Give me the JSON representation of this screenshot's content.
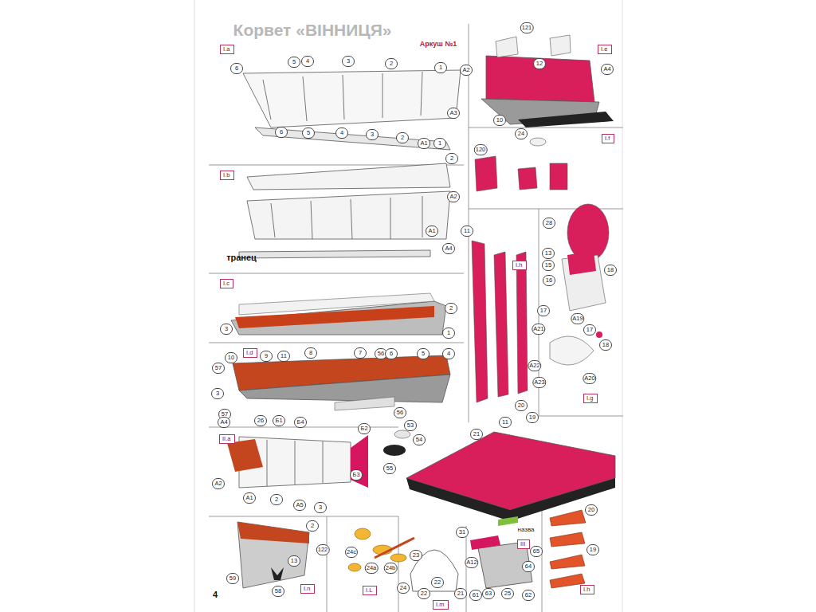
{
  "diagram": {
    "title": "Корвет «ВІННИЦЯ»",
    "nodes": [
      {
        "text": [
          "I.a"
        ]
      },
      {
        "text": [
          "I.b"
        ]
      },
      {
        "text": [
          "I.c"
        ]
      },
      {
        "text": [
          "I.d"
        ]
      },
      {
        "text": [
          "II.a"
        ]
      },
      {
        "text": [
          "I.n"
        ]
      },
      {
        "text": [
          "I.L"
        ]
      },
      {
        "text": [
          "I.m"
        ]
      },
      {
        "text": [
          "III"
        ]
      },
      {
        "text": [
          "I.h"
        ]
      },
      {
        "text": [
          "I.e"
        ]
      },
      {
        "text": [
          "I.f"
        ]
      },
      {
        "text": [
          "I.h"
        ]
      },
      {
        "text": [
          "I.g"
        ]
      }
    ],
    "labels": [
      "Аркуш №1",
      "6",
      "5",
      "4",
      "3",
      "2",
      "1",
      "A2",
      "A3",
      "6",
      "5",
      "4",
      "3",
      "2",
      "A1",
      "1",
      "2",
      "A2",
      "A1",
      "A4",
      "транец",
      "3",
      "2",
      "1",
      "10",
      "57",
      "9",
      "11",
      "8",
      "7",
      "56",
      "6",
      "5",
      "4",
      "3",
      "57",
      "56",
      "53",
      "54",
      "55",
      "A4",
      "26",
      "Б1",
      "Б4",
      "Б2",
      "Б3",
      "A2",
      "A1",
      "2",
      "A5",
      "3",
      "2",
      "122",
      "13",
      "58",
      "59",
      "4",
      "24c",
      "24a",
      "24b",
      "23",
      "31",
      "24",
      "22",
      "22",
      "21",
      "A12",
      "65",
      "64",
      "61",
      "63",
      "25",
      "62",
      "21",
      "11",
      "20",
      "19",
      "назва",
      "20",
      "19",
      "121",
      "12",
      "A4",
      "10",
      "120",
      "24",
      "11",
      "28",
      "13",
      "15",
      "16",
      "18",
      "17",
      "A21",
      "A19",
      "17",
      "18",
      "A22",
      "A23",
      "A20"
    ]
  }
}
